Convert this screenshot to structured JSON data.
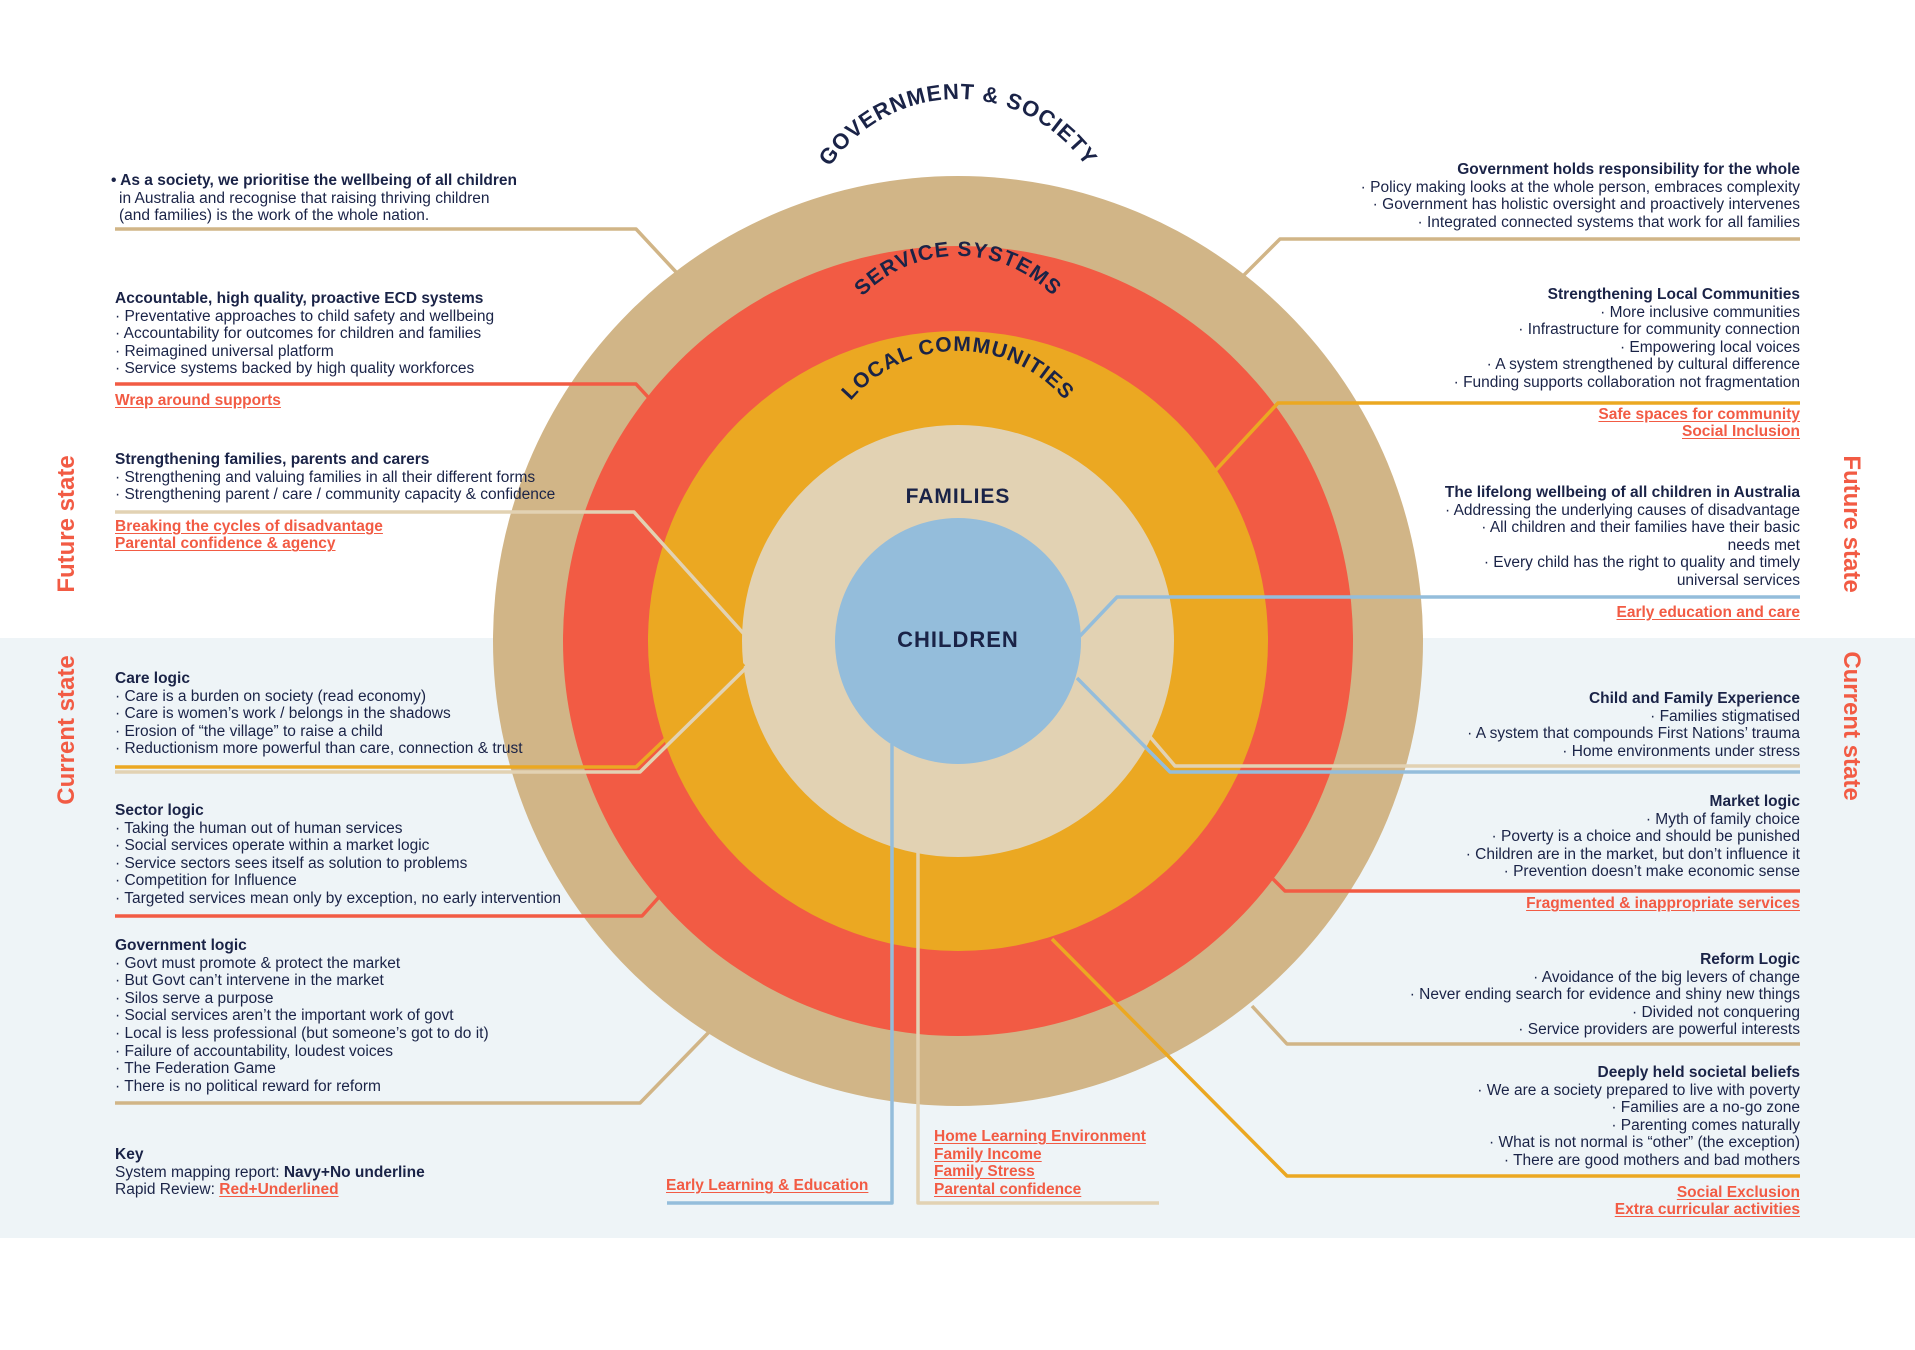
{
  "colors": {
    "government_ring": "#d1b587",
    "service_ring": "#f25b44",
    "community_ring": "#eba822",
    "families_ring": "#e2d2b3",
    "children_circle": "#94bddb",
    "navy": "#1a2347",
    "red_text": "#f25b44",
    "current_state_band": "#eef4f7"
  },
  "rings": {
    "government": "GOVERNMENT & SOCIETY",
    "service": "SERVICE SYSTEMS",
    "communities": "LOCAL COMMUNITIES",
    "families": "FAMILIES",
    "children": "CHILDREN"
  },
  "side_labels": {
    "left_future": "Future state",
    "left_current": "Current state",
    "right_future": "Future state",
    "right_current": "Current state"
  },
  "left": {
    "prioritise": {
      "lead_bold": "As a society, we prioritise the wellbeing of all children",
      "line2": "in Australia and recognise that raising thriving children",
      "line3": "(and families) is the work of the whole nation."
    },
    "ecd": {
      "heading": "Accountable, high quality, proactive ECD systems",
      "items": [
        "Preventative approaches to child safety and wellbeing",
        "Accountability for outcomes for children and families",
        "Reimagined universal platform",
        "Service systems backed by high quality workforces"
      ],
      "red": [
        "Wrap around supports"
      ]
    },
    "families": {
      "heading": "Strengthening families, parents and carers",
      "items": [
        "Strengthening and valuing families in all their different forms",
        "Strengthening parent / care / community capacity & confidence"
      ],
      "red": [
        "Breaking the cycles of disadvantage",
        "Parental confidence & agency"
      ]
    },
    "care_logic": {
      "heading": "Care logic",
      "items": [
        "Care is a burden on society (read economy)",
        "Care is women’s work / belongs in the shadows",
        "Erosion of “the village” to raise a child",
        "Reductionism more powerful than care, connection & trust"
      ]
    },
    "sector_logic": {
      "heading": "Sector logic",
      "items": [
        "Taking the human out of human services",
        "Social services operate within a market logic",
        "Service sectors sees itself as solution to problems",
        "Competition for Influence",
        "Targeted services mean only by exception, no early intervention"
      ]
    },
    "government_logic": {
      "heading": "Government logic",
      "items": [
        "Govt must promote & protect the market",
        "But Govt can’t intervene in the market",
        "Silos serve a purpose",
        "Social services aren’t the important work of govt",
        "Local is less professional (but someone’s got to do it)",
        "Failure of accountability, loudest voices",
        "The Federation Game",
        "There is no political reward for reform"
      ]
    },
    "key": {
      "heading": "Key",
      "line1_prefix": "System mapping report: ",
      "line1_bold": "Navy+No underline",
      "line2_prefix": "Rapid Review: ",
      "line2_red": "Red+Underlined"
    }
  },
  "right": {
    "government": {
      "heading": "Government holds responsibility for the whole",
      "items": [
        "Policy making looks at the whole person, embraces complexity",
        "Government has holistic oversight and proactively intervenes",
        "Integrated connected systems that work for all families"
      ]
    },
    "communities": {
      "heading": "Strengthening Local Communities",
      "items": [
        "More inclusive communities",
        "Infrastructure for community connection",
        "Empowering local voices",
        "A system strengthened by cultural difference",
        "Funding supports collaboration not fragmentation"
      ],
      "red": [
        "Safe spaces for community",
        "Social Inclusion"
      ]
    },
    "lifelong": {
      "heading": "The lifelong wellbeing of all children in Australia",
      "items": [
        "Addressing the underlying causes of disadvantage",
        "All children and their families have their basic",
        "Every child has the right to quality and timely"
      ],
      "continuations": [
        "needs met",
        "universal services"
      ],
      "red": [
        "Early education and care"
      ]
    },
    "child_family": {
      "heading": "Child and Family Experience",
      "items": [
        "Families stigmatised",
        "A system that compounds First Nations’ trauma",
        "Home environments under stress"
      ]
    },
    "market_logic": {
      "heading": "Market logic",
      "items": [
        "Myth of family choice",
        "Poverty is a choice and should be punished",
        "Children are in the market, but don’t influence it",
        "Prevention doesn’t make economic sense"
      ],
      "red": [
        "Fragmented & inappropriate services"
      ]
    },
    "reform_logic": {
      "heading": "Reform Logic",
      "items": [
        "Avoidance of the big levers of change",
        "Never ending search for evidence and shiny new things",
        "Divided not conquering",
        "Service providers are powerful interests"
      ]
    },
    "beliefs": {
      "heading": "Deeply held societal beliefs",
      "items": [
        "We are a society prepared to live with poverty",
        "Families are a no-go zone",
        "Parenting comes naturally",
        "What is not normal is “other” (the exception)",
        "There are good mothers and bad mothers"
      ],
      "red": [
        "Social Exclusion",
        "Extra curricular activities"
      ]
    }
  },
  "bottom": {
    "early_learning": "Early Learning & Education",
    "home": [
      "Home Learning Environment",
      "Family Income",
      "Family Stress",
      "Parental confidence"
    ]
  }
}
